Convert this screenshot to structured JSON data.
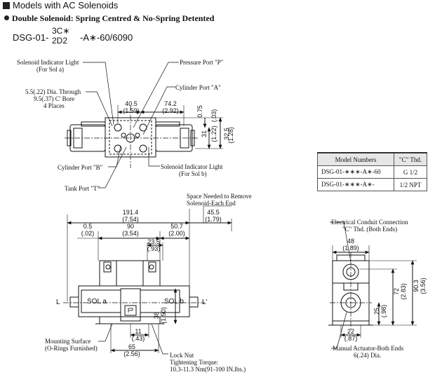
{
  "header": {
    "title": "Models with AC Solenoids",
    "subtitle": "Double Solenoid: Spring Centred & No-Spring Detented"
  },
  "model": {
    "prefix": "DSG-01-",
    "option_top": "3C∗",
    "option_bottom": "2D2",
    "suffix": "-A∗-60/6090"
  },
  "top_view": {
    "sol_a_light": [
      "Solenoid Indicator Light",
      "(For Sol a)"
    ],
    "pressure_port": "Pressure Port \"P\"",
    "cylinder_port_a": "Cylinder Port \"A\"",
    "dia_through": "5.5(.22) Dia. Through",
    "c_bore": "9.5(.37) C' Bore",
    "places": "4 Places",
    "cylinder_port_b": "Cylinder Port \"B\"",
    "tank_port": "Tank Port \"T\"",
    "sol_b_light": [
      "Solenoid Indicator Light",
      "(For Sol b)"
    ],
    "dim_40_5": [
      "40.5",
      "(1.59)"
    ],
    "dim_74_2": [
      "74.2",
      "(2.92)"
    ],
    "dim_0_75": [
      "0.75",
      "(.03)"
    ],
    "dim_31": [
      "31",
      "(1.22)"
    ],
    "dim_32_5": [
      "32.5",
      "(1.28)"
    ]
  },
  "models_table": {
    "headers": [
      "Model Numbers",
      "\"C\" Thd."
    ],
    "rows": [
      [
        "DSG-01-∗∗∗-A∗-60",
        "G 1/2"
      ],
      [
        "DSG-01-∗∗∗-A∗-",
        "1/2 NPT"
      ]
    ]
  },
  "front_view": {
    "space_needed": [
      "Space Needed to Remove",
      "Solenoid-Each End"
    ],
    "dim_191_4": [
      "191.4",
      "(7.54)"
    ],
    "dim_45_5": [
      "45.5",
      "(1.79)"
    ],
    "dim_0_5": [
      "0.5",
      "(.02)"
    ],
    "dim_90": [
      "90",
      "(3.54)"
    ],
    "dim_50_7": [
      "50.7",
      "(2.00)"
    ],
    "dim_23_5": [
      "23.5",
      "(.93)"
    ],
    "label_l_left": "L",
    "label_l_right": "L'",
    "sol_a": "SOL a",
    "sol_b": "SOL b",
    "dim_38": [
      "38",
      "(1.50)"
    ],
    "dim_11": [
      "11",
      "(.43)"
    ],
    "dim_65": [
      "65",
      "(2.56)"
    ],
    "mounting_surface": [
      "Mounting Surface",
      "(O-Rings Furnished)"
    ],
    "lock_nut": [
      "Lock Nut",
      "Tightening Torque:",
      "10.3-11.3 Nm(91-100 IN.lbs.)"
    ]
  },
  "side_view": {
    "electrical_conduit": [
      "Electrical Conduit Connection",
      "\"C\" Thd. (Both Ends)"
    ],
    "dim_48": [
      "48",
      "(1.89)"
    ],
    "dim_72": [
      "72",
      "(2.83)"
    ],
    "dim_90_3": [
      "90.3",
      "(3.56)"
    ],
    "dim_25": [
      "25",
      "(.98)"
    ],
    "dim_22": [
      "22",
      "(.87)"
    ],
    "manual_actuator": [
      "Manual Actuator-Both Ends",
      "6(.24) Dia."
    ]
  }
}
